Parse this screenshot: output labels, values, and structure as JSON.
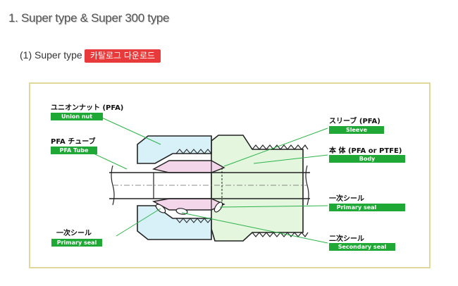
{
  "page": {
    "title": "1. Super type & Super 300 type",
    "subtitle": "(1) Super type",
    "download_label": "카탈로그 다운로드"
  },
  "diagram": {
    "labels": {
      "union_nut_jp": "ユニオンナット (PFA)",
      "union_nut_en": "Union nut",
      "pfa_tube_jp": "PFA チューブ",
      "pfa_tube_en": "PFA Tube",
      "primary_seal_left_jp": "一次シール",
      "primary_seal_left_en": "Primary seal",
      "sleeve_jp": "スリーブ (PFA)",
      "sleeve_en": "Sleeve",
      "body_jp": "本 体 (PFA or PTFE)",
      "body_en": "Body",
      "primary_seal_right_jp": "一次シール",
      "primary_seal_right_en": "Primary seal",
      "secondary_seal_jp": "二次シール",
      "secondary_seal_en": "Secondary seal"
    },
    "colors": {
      "union_nut": "#d8f0f8",
      "sleeve": "#f4d6ea",
      "body": "#e4f6de",
      "label_tag": "#1fa835",
      "leader": "#2cb34a",
      "download_button": "#e83a3a",
      "frame": "#e0d79a"
    }
  }
}
